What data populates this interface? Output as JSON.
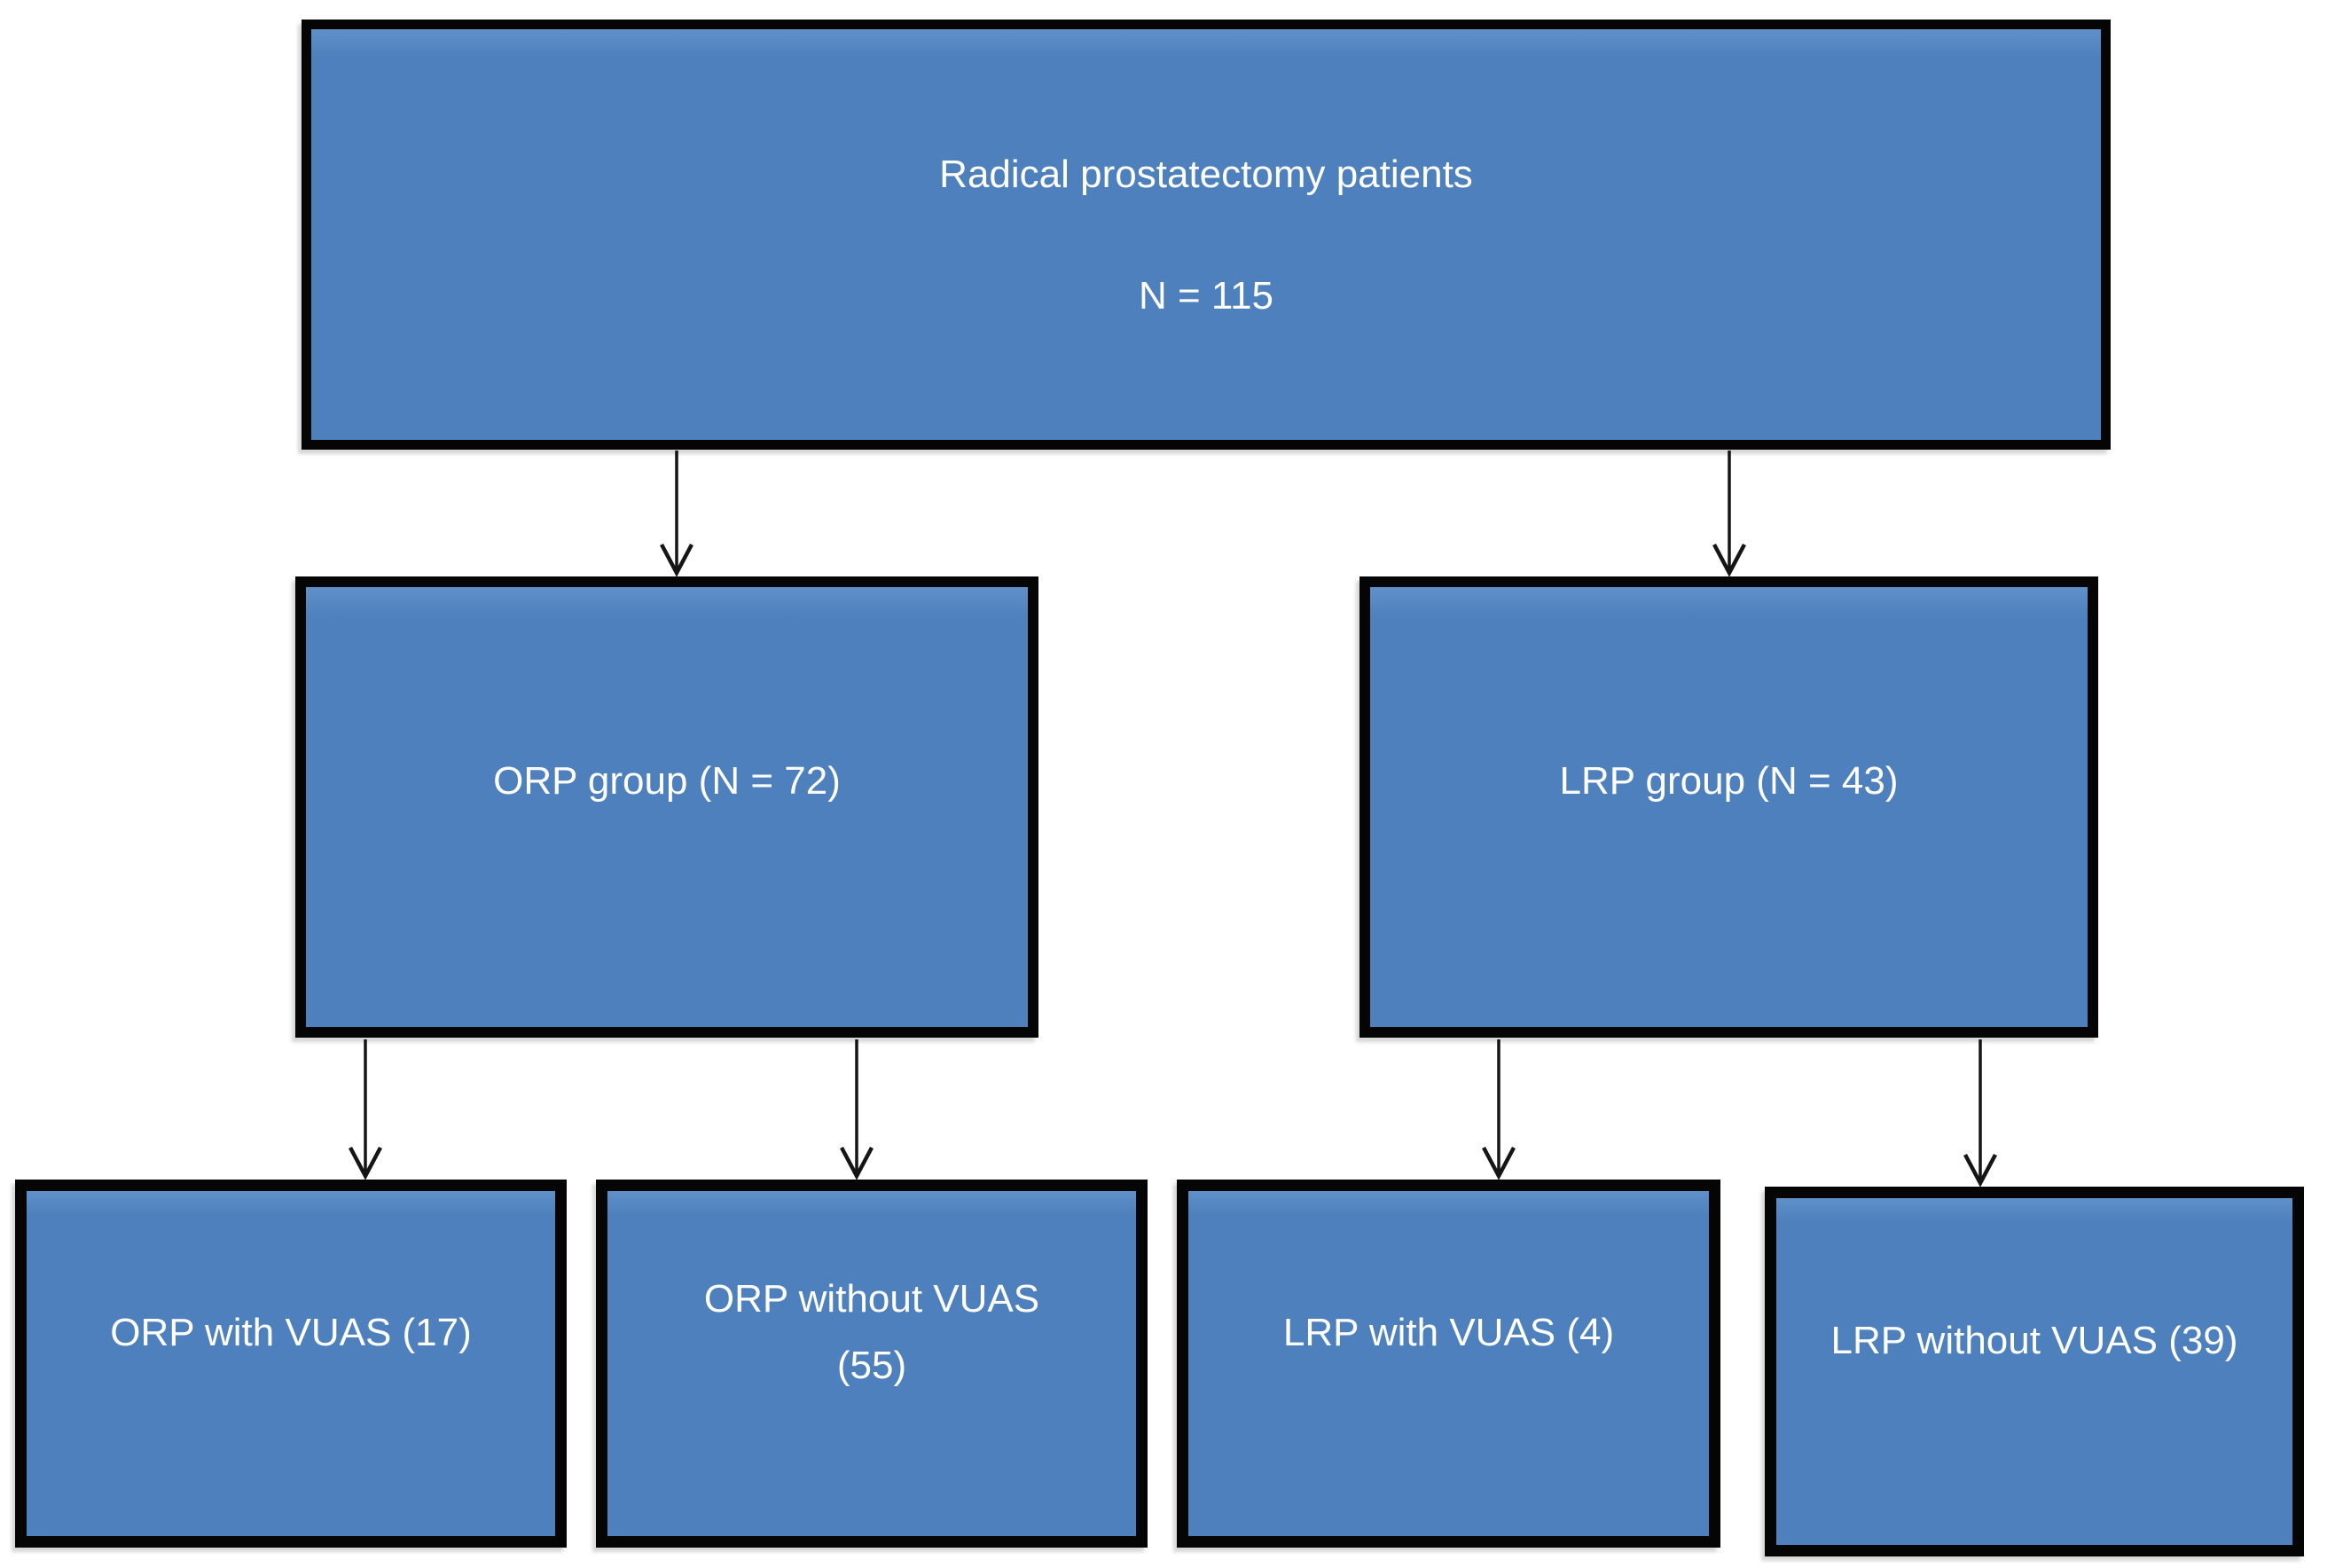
{
  "diagram": {
    "type": "flowchart",
    "background_color": "#ffffff",
    "node_fill_color": "#4d80bc",
    "node_border_color": "#050505",
    "node_text_color": "#ffffff",
    "arrow_color": "#151515",
    "nodes": {
      "root": {
        "title": "Radical prostatectomy patients",
        "n": "N = 115"
      },
      "orp_group": {
        "label": "ORP group (N = 72)"
      },
      "lrp_group": {
        "label": "LRP group (N = 43)"
      },
      "orp_with_vuas": {
        "label": "ORP with VUAS (17)"
      },
      "orp_without_vuas": {
        "label_line1": "ORP without VUAS",
        "label_line2": "(55)"
      },
      "lrp_with_vuas": {
        "label": "LRP with VUAS (4)"
      },
      "lrp_without_vuas": {
        "label": "LRP without VUAS (39)"
      }
    },
    "edges": [
      {
        "from": "root",
        "to": "orp_group"
      },
      {
        "from": "root",
        "to": "lrp_group"
      },
      {
        "from": "orp_group",
        "to": "orp_with_vuas"
      },
      {
        "from": "orp_group",
        "to": "orp_without_vuas"
      },
      {
        "from": "lrp_group",
        "to": "lrp_with_vuas"
      },
      {
        "from": "lrp_group",
        "to": "lrp_without_vuas"
      }
    ]
  }
}
